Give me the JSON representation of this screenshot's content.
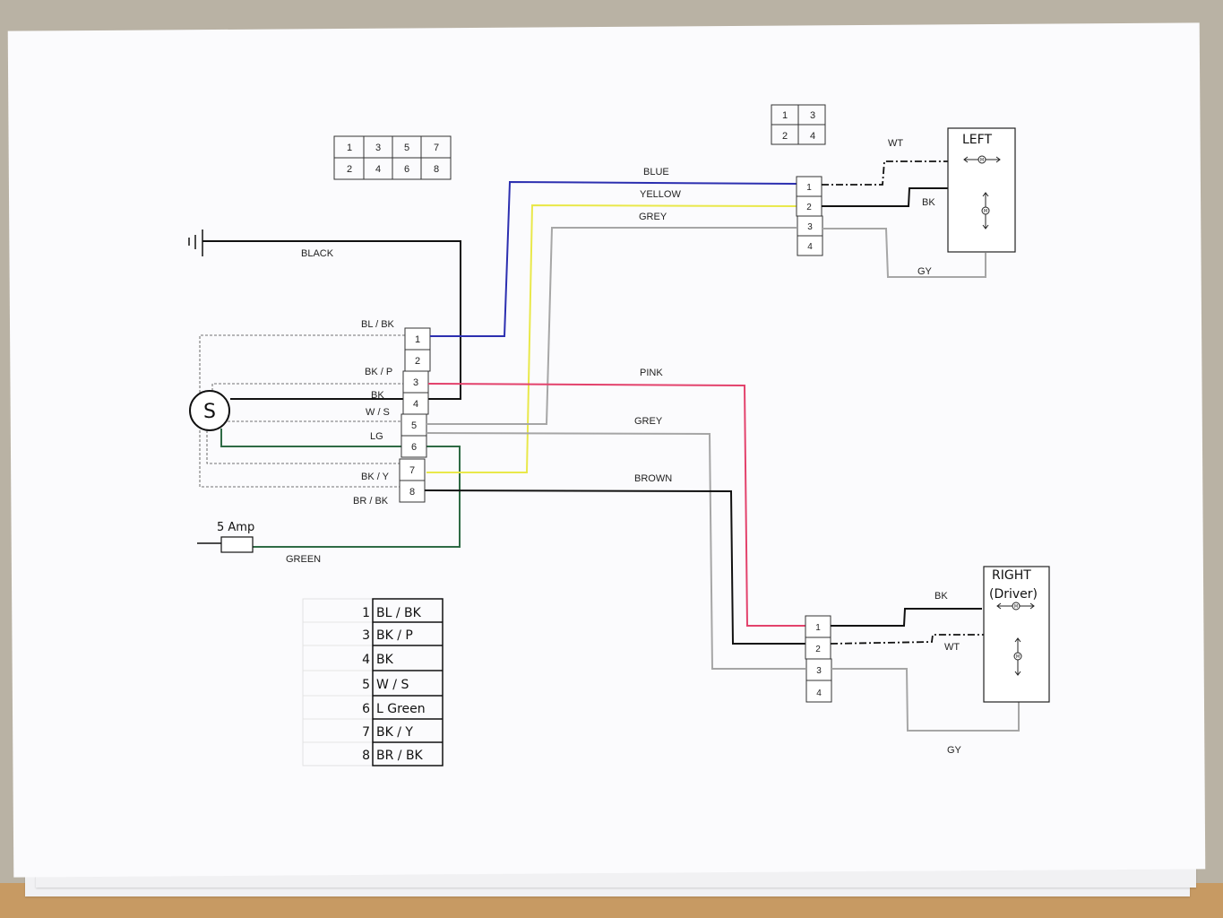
{
  "colors": {
    "blue": "#2c2fb0",
    "yellow": "#e9e84a",
    "grey": "#a6a6a6",
    "pink": "#e3426c",
    "black": "#111111",
    "green": "#2f6b45"
  },
  "top_left_connector": {
    "top": [
      "1",
      "3",
      "5",
      "7"
    ],
    "bottom": [
      "2",
      "4",
      "6",
      "8"
    ]
  },
  "top_right_connector": {
    "top": [
      "1",
      "3"
    ],
    "bottom": [
      "2",
      "4"
    ]
  },
  "ground_label": "BLACK",
  "switch_symbol": "S",
  "main_pins": [
    "1",
    "2",
    "3",
    "4",
    "5",
    "6",
    "7",
    "8"
  ],
  "pin_labels": {
    "p1": "BL / BK",
    "p3": "BK / P",
    "p4": "BK",
    "p5": "W / S",
    "p6": "LG",
    "p7": "BK / Y",
    "p8": "BR / BK"
  },
  "fuse": {
    "label": "5 Amp",
    "wire": "GREEN"
  },
  "wires": {
    "blue": "BLUE",
    "yellow": "YELLOW",
    "grey_top": "GREY",
    "pink": "PINK",
    "grey_mid": "GREY",
    "brown": "BROWN"
  },
  "left_mirror": {
    "title": "LEFT",
    "pins": [
      "1",
      "2",
      "3",
      "4"
    ],
    "wt": "WT",
    "bk": "BK",
    "gy": "GY",
    "motor": "M"
  },
  "right_mirror": {
    "title_1": "RIGHT",
    "title_2": "(Driver)",
    "pins": [
      "1",
      "2",
      "3",
      "4"
    ],
    "wt": "WT",
    "bk": "BK",
    "gy": "GY",
    "motor": "M"
  },
  "legend": [
    {
      "pin": "1",
      "color": "BL / BK"
    },
    {
      "pin": "3",
      "color": "BK / P"
    },
    {
      "pin": "4",
      "color": "BK"
    },
    {
      "pin": "5",
      "color": "W / S"
    },
    {
      "pin": "6",
      "color": "L Green"
    },
    {
      "pin": "7",
      "color": "BK / Y"
    },
    {
      "pin": "8",
      "color": "BR / BK"
    }
  ]
}
